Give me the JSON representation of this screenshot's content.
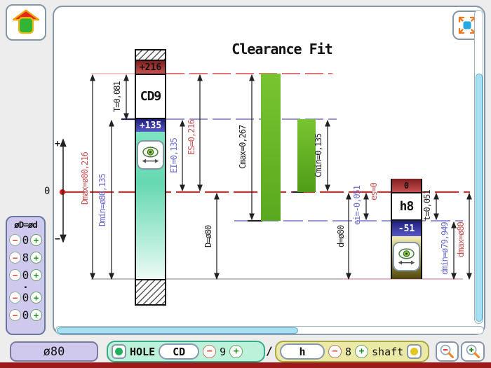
{
  "ui": {
    "minus": "−",
    "plus": "+"
  },
  "icons": {
    "home": "home-icon",
    "fullscreen": "fullscreen-icon",
    "eye": "visibility-toggle-icon",
    "zoom_out": "magnifier-minus-icon",
    "zoom_in": "magnifier-plus-icon"
  },
  "chart": {
    "title": "Clearance Fit",
    "axis": {
      "plus": "+",
      "zero": "0",
      "minus": "−"
    },
    "hole_column": {
      "code": "CD9",
      "upper_deviation": "+216",
      "lower_deviation": "+135"
    },
    "shaft_column": {
      "code": "h8",
      "upper_deviation": "0",
      "lower_deviation": "-51"
    },
    "dims": {
      "T": "T=0,081",
      "Dmax": "Dmax=ø80,216",
      "Dmin": "Dmin=ø80,135",
      "EI": "EI=0,135",
      "ES": "ES=0,216",
      "D": "D=ø80",
      "Cmax": "Cmax=0,267",
      "Cmin": "Cmin=0,135",
      "es": "es=0",
      "ei": "ei=-0,051",
      "t": "t=0,051",
      "dmin": "dmin=ø79,949",
      "dmax": "dmax=ø80",
      "d": "d=ø80"
    }
  },
  "size_panel": {
    "header": "øD=ød",
    "digits": [
      "0",
      "8",
      "0",
      "0",
      "0"
    ],
    "decimal_separator": "."
  },
  "bottom_bar": {
    "size_value": "ø80",
    "hole": {
      "label": "HOLE",
      "code": "CD",
      "grade": "9"
    },
    "separator": "/",
    "shaft": {
      "label": "shaft",
      "code": "h",
      "grade": "8"
    }
  },
  "colors": {
    "accent_red": "#e02020",
    "accent_blue": "#6a6ad0",
    "clearance_green": "#6fc028",
    "hole_fill_teal": "#7ee4c2",
    "shaft_fill_olive": "#b0a448",
    "scrollbar_cyan": "#a8e0f2",
    "panel_mint": "#bcf2da",
    "panel_yellow": "#ebe9a6",
    "panel_lavender": "#cfc9ee",
    "bottom_strip": "#9c1a1a"
  }
}
